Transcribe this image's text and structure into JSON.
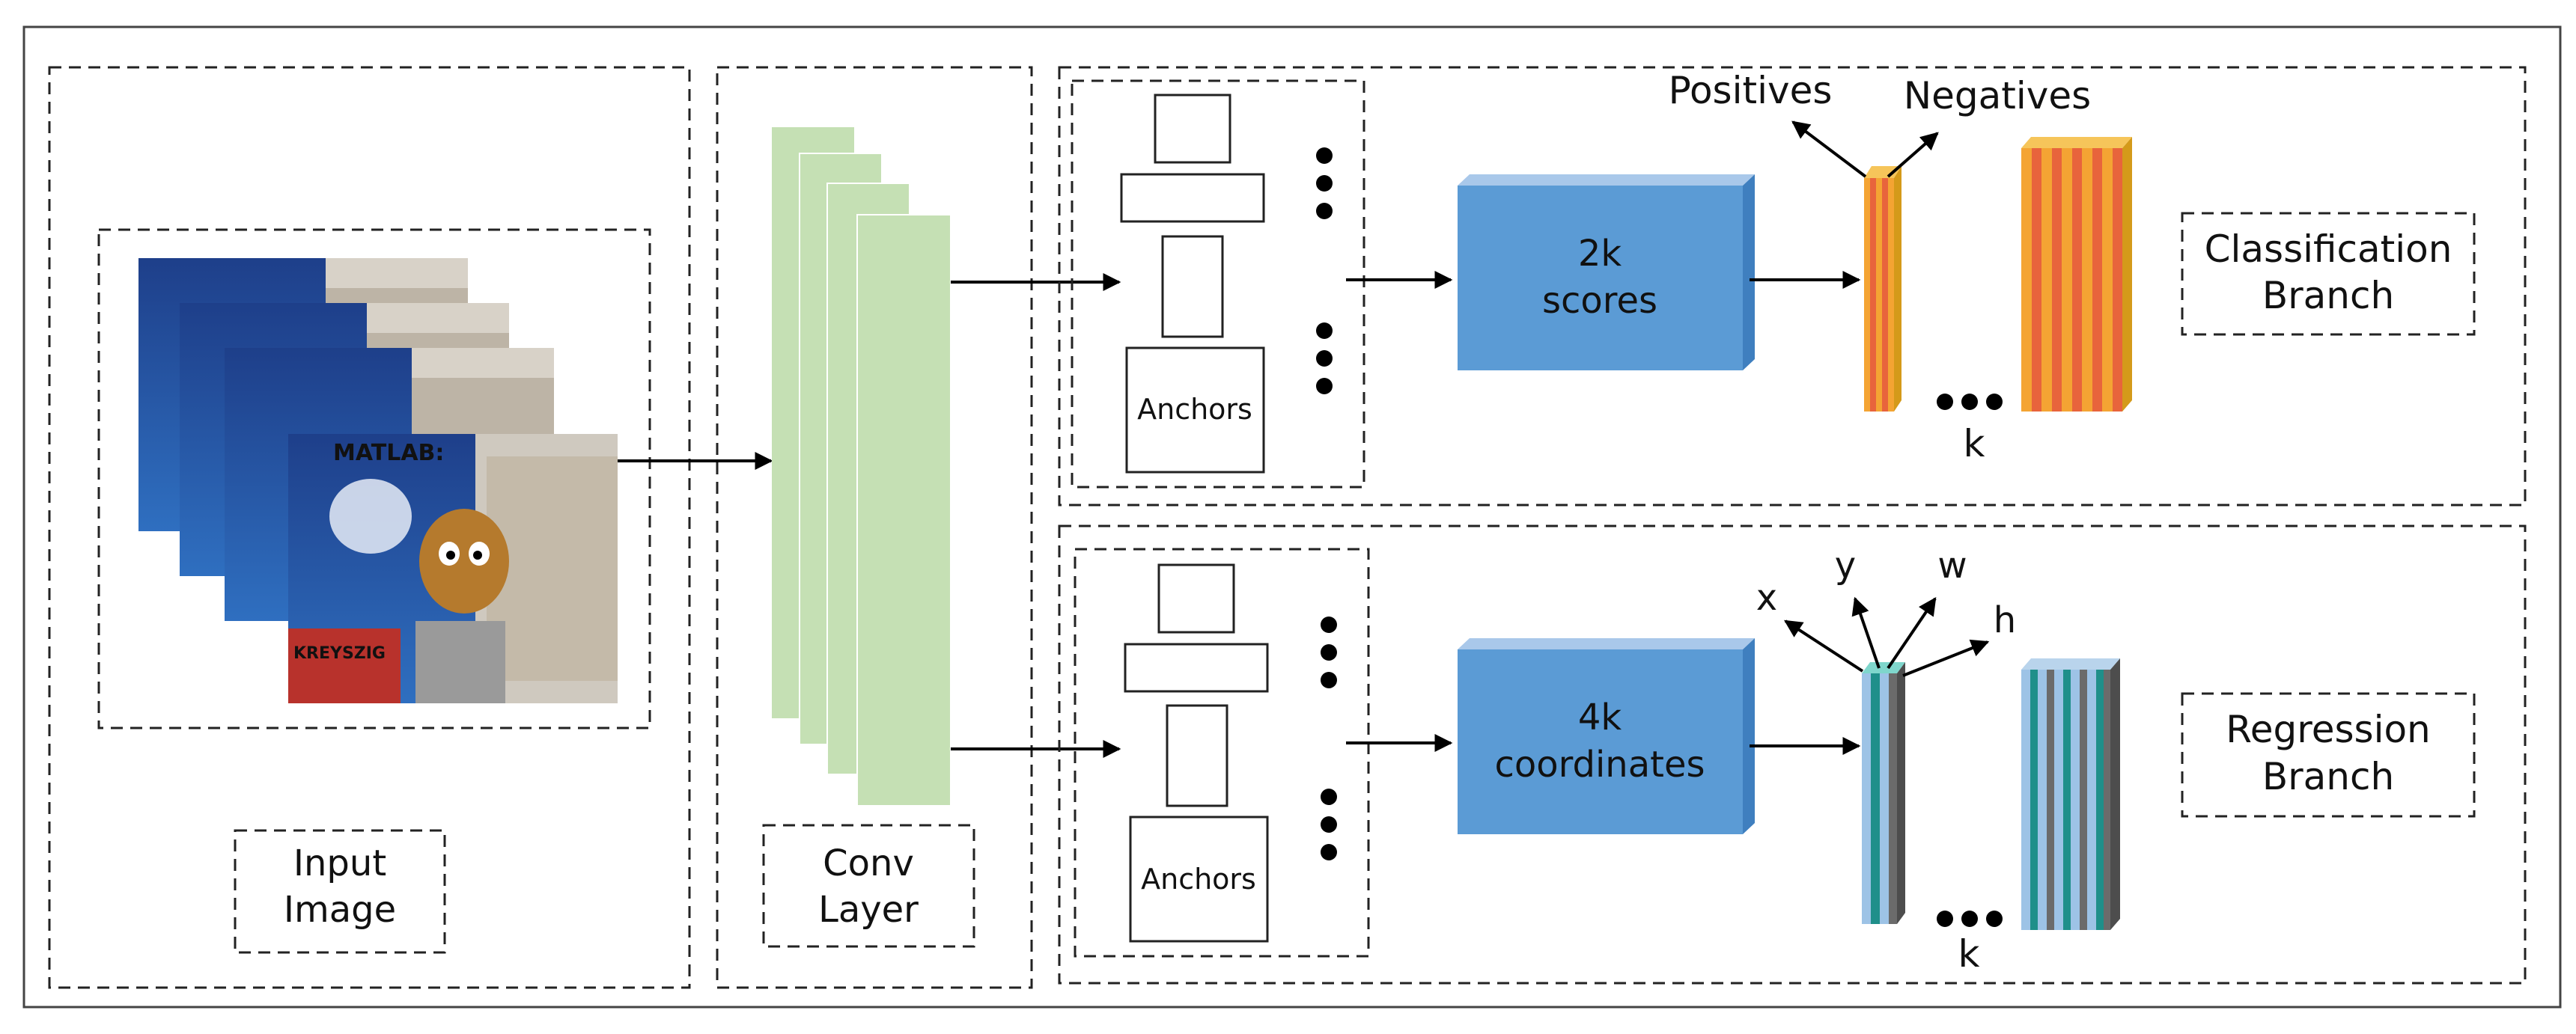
{
  "labels": {
    "input_image": [
      "Input",
      "Image"
    ],
    "conv_layer": [
      "Conv",
      "Layer"
    ],
    "anchors": "Anchors",
    "cls_box": [
      "2k",
      "scores"
    ],
    "reg_box": [
      "4k",
      "coordinates"
    ],
    "positives": "Positives",
    "negatives": "Negatives",
    "cls_branch": [
      "Classification",
      "Branch"
    ],
    "reg_branch": [
      "Regression",
      "Branch"
    ],
    "k": "k",
    "coord_x": "x",
    "coord_y": "y",
    "coord_w": "w",
    "coord_h": "h"
  },
  "photo_text": {
    "book_title": "MATLAB:",
    "book_author": "KREYSZIG"
  },
  "colors": {
    "conv_fill": "#c5e0b4",
    "box_fill": "#5b9bd5",
    "cls_stripe_orange": "#f4a433",
    "cls_stripe_red": "#e8643c",
    "reg_stripe_blue": "#9dc3e6",
    "reg_stripe_teal": "#1f8f8a",
    "reg_stripe_gray": "#6b6b6b"
  }
}
